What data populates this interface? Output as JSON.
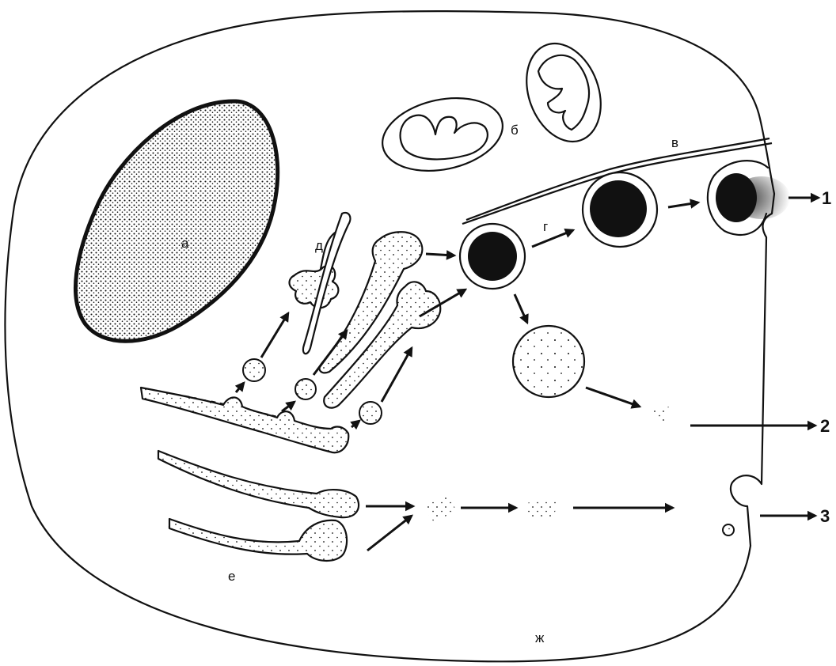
{
  "labels": {
    "nucleus": "а",
    "mitochondria": "б",
    "membrane": "в",
    "granule_path": "г",
    "golgi": "д",
    "er": "е",
    "cell_membrane": "ж"
  },
  "outputs": [
    "1",
    "2",
    "3"
  ]
}
